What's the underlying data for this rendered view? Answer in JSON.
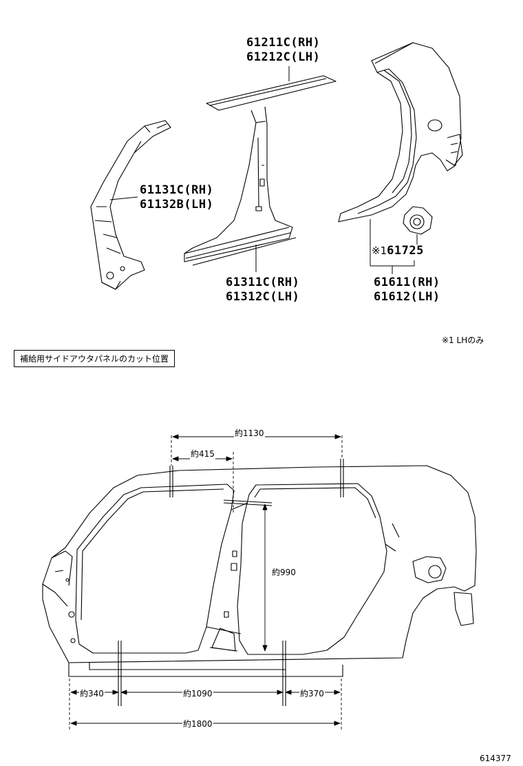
{
  "parts": {
    "upper_rail": {
      "rh": "61211C(RH)",
      "lh": "61212C(LH)"
    },
    "front_pillar": {
      "rh": "61131C(RH)",
      "lh": "61132B(LH)"
    },
    "center_pillar_rocker": {
      "rh": "61311C(RH)",
      "lh": "61312C(LH)"
    },
    "fuel_lid": {
      "mark": "※1",
      "code": "61725"
    },
    "quarter_panel": {
      "rh": "61611(RH)",
      "lh": "61612(LH)"
    }
  },
  "note": "※1 LHのみ",
  "caption": "補給用サイドアウタパネルのカット位置",
  "dimensions": {
    "top_1130": "約1130",
    "top_415": "約415",
    "vertical_990": "約990",
    "bottom_340": "約340",
    "bottom_1090": "約1090",
    "bottom_370": "約370",
    "overall_1800": "約1800"
  },
  "figure_number": "614377"
}
